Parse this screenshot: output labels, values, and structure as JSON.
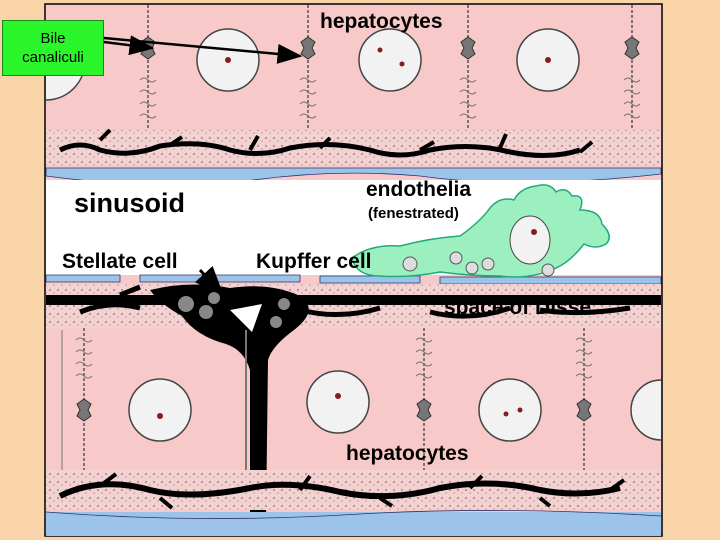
{
  "labels": {
    "bile_canaliculi_line1": "Bile",
    "bile_canaliculi_line2": "canaliculi",
    "hepatocytes_top": "hepatocytes",
    "hepatocytes_bottom": "hepatocytes",
    "sinusoid": "sinusoid",
    "endothelia": "endothelia",
    "fenestrated": "(fenestrated)",
    "stellate_cell": "Stellate cell",
    "kupffer_cell": "Kupffer cell",
    "space_of_disse": "space of Disse"
  },
  "colors": {
    "background": "#f9d4a8",
    "hepatocyte": "#f7c9c9",
    "sinusoid": "#ffffff",
    "endothelium": "#9cc4ea",
    "kupffer": "#9cf0c0",
    "label_box": "#2bf52b",
    "stellate": "#000000"
  }
}
